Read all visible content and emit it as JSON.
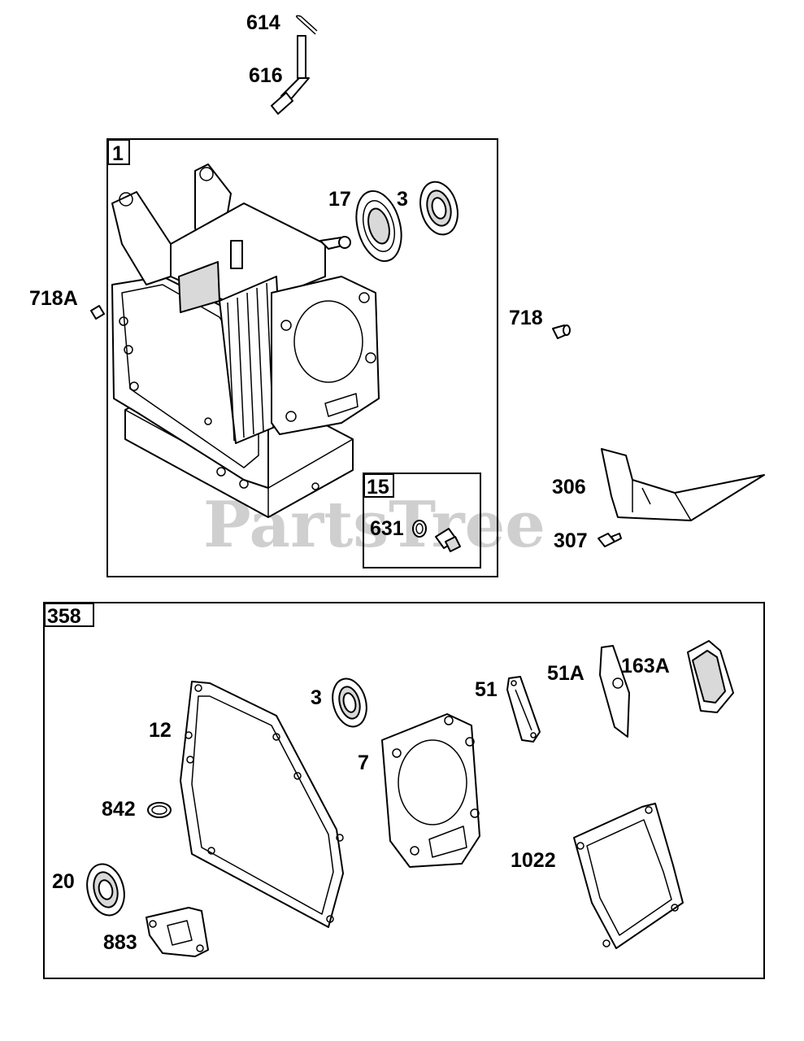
{
  "watermark": "PartsTree",
  "boxes": {
    "engine_block": "1",
    "drain_plug_kit": "15",
    "gasket_set": "358"
  },
  "labels": {
    "p614": "614",
    "p616": "616",
    "p718A": "718A",
    "p3_top": "3",
    "p17": "17",
    "p718": "718",
    "p306": "306",
    "p631": "631",
    "p307": "307",
    "p3_gasket": "3",
    "p51": "51",
    "p51A": "51A",
    "p163A": "163A",
    "p12": "12",
    "p7": "7",
    "p842": "842",
    "p1022": "1022",
    "p20": "20",
    "p883": "883"
  }
}
